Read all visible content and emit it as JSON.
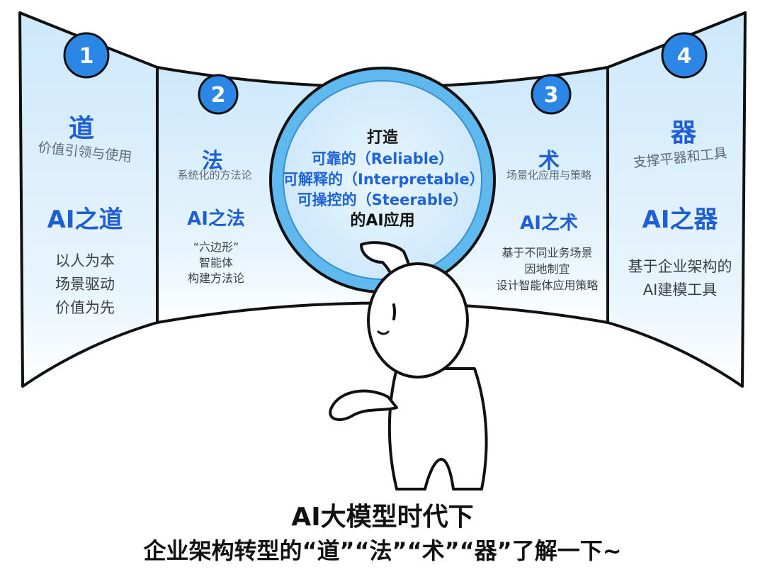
{
  "panels": [
    {
      "number": "1",
      "title": "道",
      "subtitle": "价值引领与使用",
      "heading": "AI之道",
      "desc": [
        "以人为本",
        "场景驱动",
        "价值为先"
      ]
    },
    {
      "number": "2",
      "title": "法",
      "subtitle": "系统化的方法论",
      "heading": "AI之法",
      "desc": [
        "“六边形”",
        "智能体",
        "构建方法论"
      ]
    },
    {
      "number": "3",
      "title": "术",
      "subtitle": "场景化应用与策略",
      "heading": "AI之术",
      "desc": [
        "基于不同业务场景",
        "因地制宜",
        "设计智能体应用策略"
      ]
    },
    {
      "number": "4",
      "title": "器",
      "subtitle": "支撑平器和工具",
      "heading": "AI之器",
      "desc": [
        "基于企业架构的",
        "AI建模工具"
      ]
    }
  ],
  "center": {
    "line1": "打造",
    "line2": "可靠的（Reliable）",
    "line3": "可解释的（Interpretable）",
    "line4": "可操控的（Steerable）",
    "line5": "的AI应用"
  },
  "caption": {
    "line1": "AI大模型时代下",
    "line2": "企业架构转型的“道”“法”“术”“器”了解一下~"
  },
  "colors": {
    "accent": "#1f5fd6",
    "badge": "#2b86e6",
    "panel_top": "#cfe9fb",
    "panel_bottom": "#ffffff",
    "ring": "#5fb8ee"
  }
}
